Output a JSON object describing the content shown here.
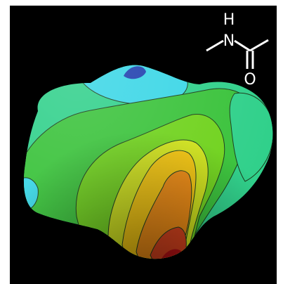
{
  "molecule": {
    "atoms": {
      "hydrogen": "H",
      "nitrogen": "N",
      "oxygen": "O"
    }
  },
  "colors": {
    "background": "#000000",
    "structure_lines": "#ffffff",
    "contour_lines": "#1a3a1a",
    "potential_scale": [
      "#1f3fae",
      "#3ad6e6",
      "#2fd08a",
      "#39c23a",
      "#6fd21c",
      "#cfe21a",
      "#f2c40c",
      "#ee8a10",
      "#d8401a",
      "#b80f12"
    ]
  }
}
